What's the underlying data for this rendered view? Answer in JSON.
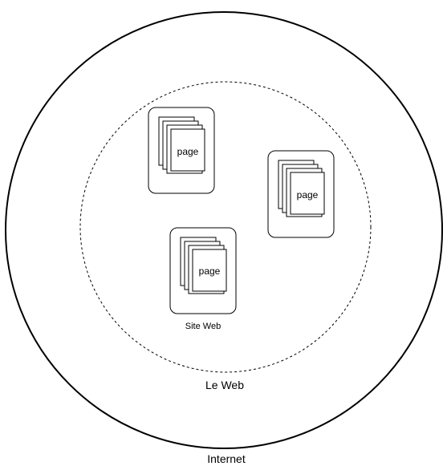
{
  "diagram": {
    "outer_label": "Internet",
    "inner_label": "Le Web",
    "site_label": "Site Web",
    "page_label": "page",
    "sites": [
      {
        "id": "site-1",
        "page_label": "page",
        "has_caption": false
      },
      {
        "id": "site-2",
        "page_label": "page",
        "has_caption": false
      },
      {
        "id": "site-3",
        "page_label": "page",
        "has_caption": true
      }
    ]
  },
  "colors": {
    "stroke": "#000000",
    "background": "#ffffff"
  }
}
